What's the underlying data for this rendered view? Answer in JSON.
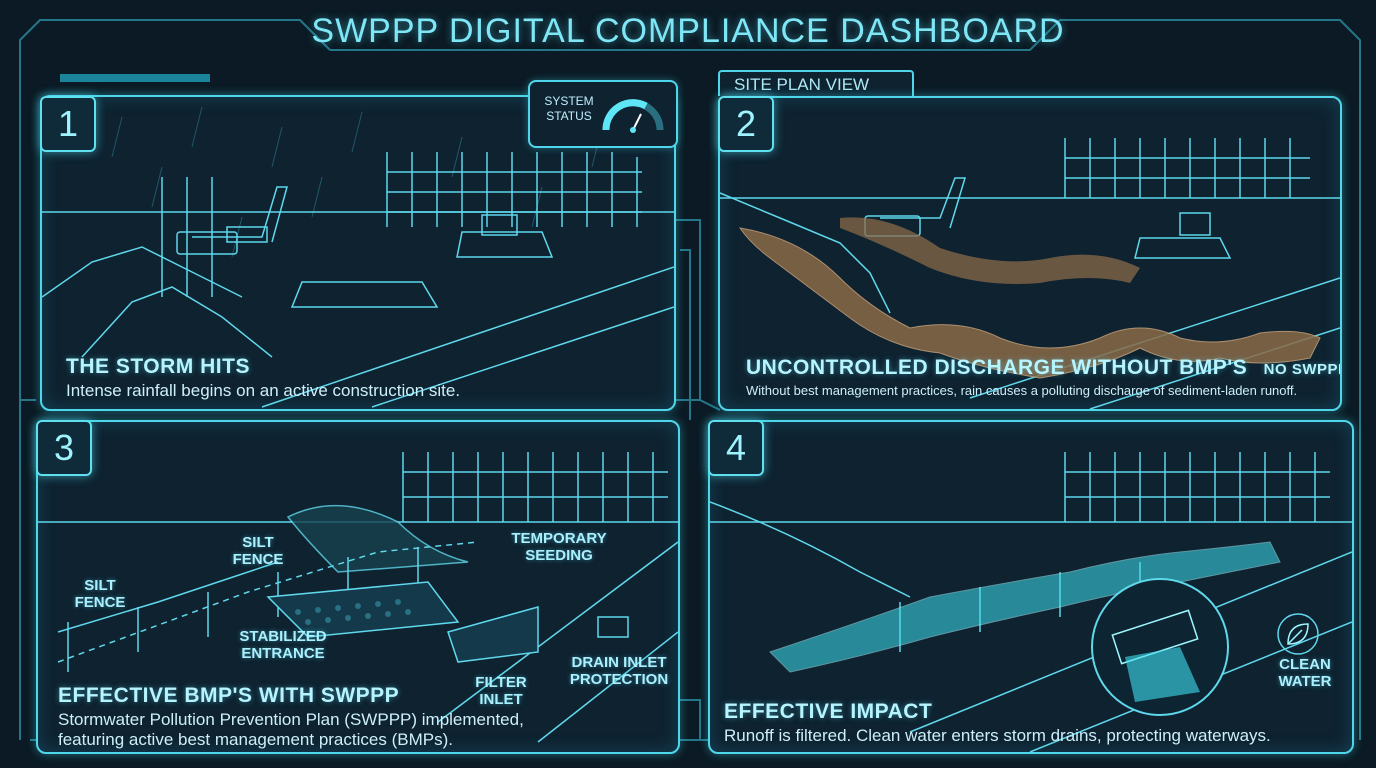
{
  "dashboard": {
    "title": "SWPPP DIGITAL COMPLIANCE DASHBOARD"
  },
  "system_status": {
    "label": "SYSTEM STATUS",
    "icon": "gauge-icon"
  },
  "site_plan": {
    "label": "SITE PLAN VIEW"
  },
  "panels": [
    {
      "number": "1",
      "title": "THE STORM HITS",
      "description": "Intense rainfall begins on an active construction site."
    },
    {
      "number": "2",
      "title": "UNCONTROLLED DISCHARGE WITHOUT BMP'S",
      "badge": "NO SWPPP",
      "description": "Without best management practices, rain causes a polluting discharge of sediment-laden runoff."
    },
    {
      "number": "3",
      "title": "EFFECTIVE BMP'S WITH SWPPP",
      "description_line1": "Stormwater Pollution Prevention Plan (SWPPP) implemented,",
      "description_line2": "featuring active best management practices (BMPs)."
    },
    {
      "number": "4",
      "title": "EFFECTIVE IMPACT",
      "description": "Runoff is filtered. Clean water enters storm drains, protecting waterways."
    }
  ],
  "bmp_labels": {
    "silt_fence_left": "SILT FENCE",
    "silt_fence_top": "SILT FENCE",
    "temporary_seeding": "TEMPORARY SEEDING",
    "stabilized_entrance": "STABILIZED ENTRANCE",
    "filter_inlet": "FILTER INLET",
    "drain_inlet_protection": "DRAIN INLET PROTECTION"
  },
  "impact_labels": {
    "clean_water": "CLEAN WATER",
    "leaf_icon": "leaf-icon"
  },
  "colors": {
    "accent": "#4fd6ea",
    "sediment": "#8a6a48",
    "clean_water": "#3fe0f0",
    "background": "#0b1a24"
  }
}
